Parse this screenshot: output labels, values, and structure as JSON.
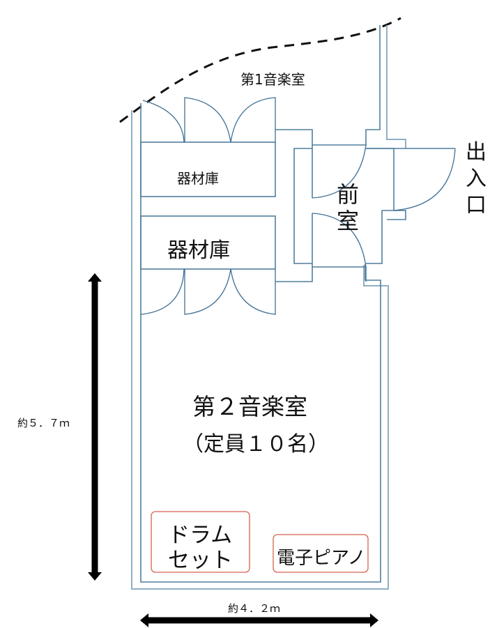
{
  "title": "第2音楽室 平面図",
  "rooms": {
    "music_room_1": "第1音楽室",
    "storage_upper": "器材庫",
    "storage_lower": "器材庫",
    "anteroom": "前室",
    "music_room_2": "第２音楽室",
    "capacity": "（定員１０名）",
    "entrance": "出入口"
  },
  "equipment": {
    "drum_set_line1": "ドラム",
    "drum_set_line2": "セット",
    "piano": "電子ピアノ"
  },
  "dimensions": {
    "height": "約５．７ｍ",
    "width": "約４．２ｍ"
  },
  "colors": {
    "wall": "#4f7f9e",
    "equipment_border": "#d4624e",
    "text": "#111111"
  }
}
